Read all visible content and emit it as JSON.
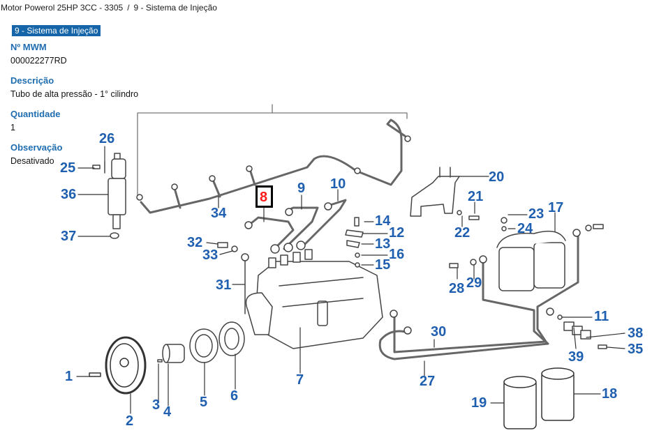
{
  "breadcrumb": {
    "items": [
      "Motor Powerol 25HP 3CC - 3305",
      "9 - Sistema de Injeção"
    ],
    "separator": "/"
  },
  "section_tag": "9 - Sistema de Injeção",
  "details": {
    "fields": [
      {
        "label": "Nº MWM",
        "value": "000022277RD"
      },
      {
        "label": "Descrição",
        "value": "Tubo de alta pressão - 1° cilindro"
      },
      {
        "label": "Quantidade",
        "value": "1"
      },
      {
        "label": "Observação",
        "value": "Desativado"
      }
    ]
  },
  "diagram": {
    "selected_part": "8",
    "colors": {
      "callout": "#1f5fb0",
      "selected": "#ff1a1a",
      "line": "#555555"
    },
    "callouts": [
      "1",
      "2",
      "3",
      "4",
      "5",
      "6",
      "7",
      "8",
      "9",
      "10",
      "11",
      "12",
      "13",
      "14",
      "15",
      "16",
      "17",
      "18",
      "19",
      "20",
      "21",
      "22",
      "23",
      "24",
      "25",
      "26",
      "27",
      "28",
      "29",
      "30",
      "31",
      "32",
      "33",
      "34",
      "35",
      "36",
      "37",
      "38",
      "39"
    ]
  }
}
